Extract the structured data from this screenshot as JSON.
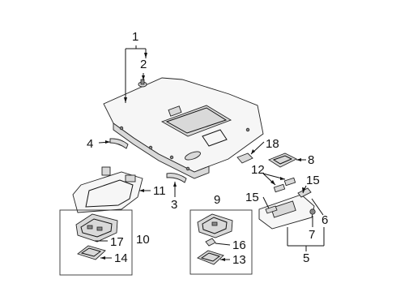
{
  "callouts": {
    "c1": "1",
    "c2": "2",
    "c3": "3",
    "c4": "4",
    "c5": "5",
    "c6": "6",
    "c7": "7",
    "c8": "8",
    "c9": "9",
    "c10": "10",
    "c11": "11",
    "c12": "12",
    "c13": "13",
    "c14": "14",
    "c15a": "15",
    "c15b": "15",
    "c16": "16",
    "c17": "17",
    "c18": "18"
  }
}
